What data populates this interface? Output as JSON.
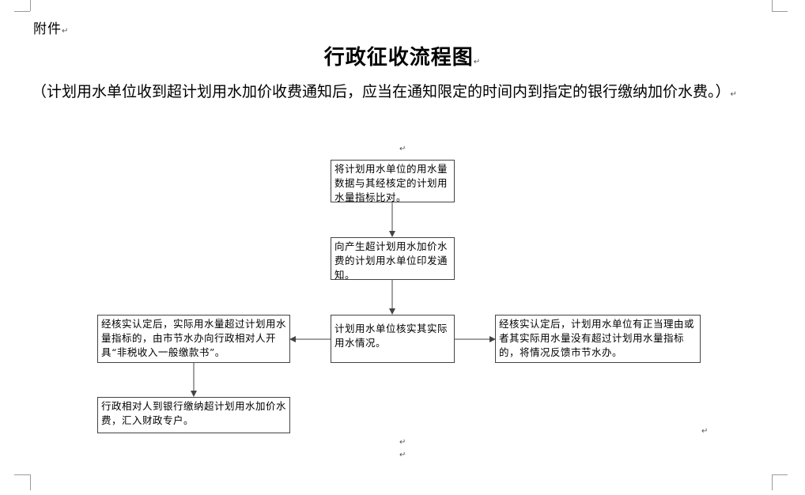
{
  "header": {
    "attachment_label": "附件",
    "title": "行政征收流程图"
  },
  "intro": "（计划用水单位收到超计划用水加价收费通知后，应当在通知限定的时间内到指定的银行缴纳加价水费。）",
  "flowchart": {
    "step1": "将计划用水单位的用水量数据与其经核定的计划用水量指标比对。",
    "step2": "向产生超计划用水加价水费的计划用水单位印发通知。",
    "step3": "计划用水单位核实其实际用水情况。",
    "left_branch": "经核实认定后，实际用水量超过计划用水量指标的，由市节水办向行政相对人开具“非税收入一般缴款书”。",
    "right_branch": "经核实认定后，计划用水单位有正当理由或者其实际用水量没有超过计划用水量指标的，将情况反馈市节水办。",
    "final_step": "行政相对人到银行缴纳超计划用水加价水费，汇入财政专户。"
  },
  "marks": {
    "paragraph_mark": "↵"
  }
}
